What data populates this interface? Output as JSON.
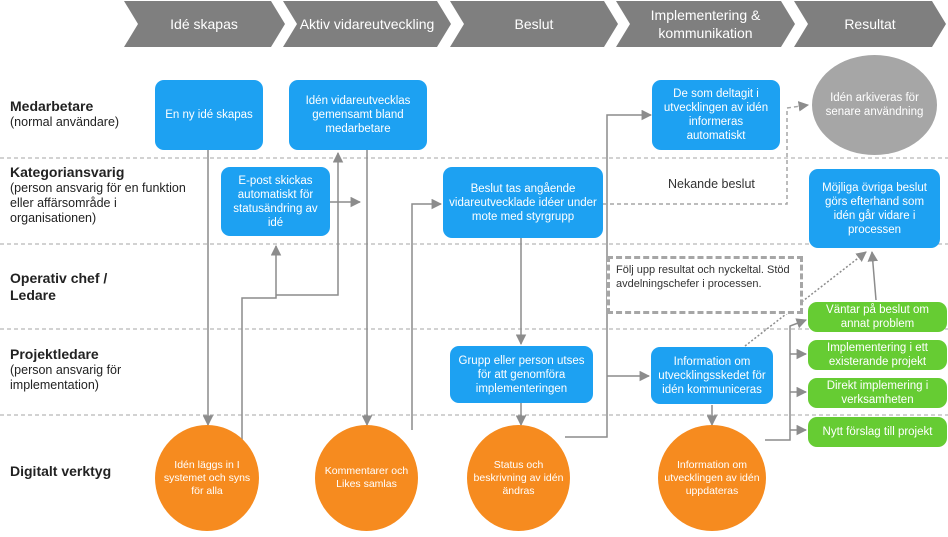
{
  "phases": [
    "Idé skapas",
    "Aktiv vidareutveckling",
    "Beslut",
    "Implementering & kommunikation",
    "Resultat"
  ],
  "lanes": [
    {
      "title": "Medarbetare",
      "subtitle": "(normal användare)"
    },
    {
      "title": "Kategoriansvarig",
      "subtitle": "(person ansvarig för en funktion eller affärsområde i organisationen)"
    },
    {
      "title": "Operativ chef / Ledare",
      "subtitle": ""
    },
    {
      "title": "Projektledare",
      "subtitle": "(person ansvarig för implementation)"
    },
    {
      "title": "Digitalt verktyg",
      "subtitle": ""
    }
  ],
  "nodes": {
    "ny_ide": "En ny idé skapas",
    "vidareutvecklas": "Idén vidareutvecklas gemensamt bland medarbetare",
    "informeras": "De som deltagit i utvecklingen av idén informeras automatiskt",
    "arkiveras": "Idén arkiveras för senare användning",
    "epost": "E-post skickas automatiskt för statusändring av idé",
    "beslut": "Beslut tas angående vidareutvecklade idéer under mote med styrgrupp",
    "ovriga_beslut": "Möjliga övriga beslut görs efterhand som idén går vidare i processen",
    "folj_upp": "Följ upp resultat och nyckeltal. Stöd avdelningschefer i processen.",
    "grupp": "Grupp eller person utses för att genomföra implementeringen",
    "information": "Information om utvecklingsskedet för idén kommuniceras",
    "vantar": "Väntar på beslut om annat problem",
    "implementering_ett": "Implementering i ett existerande projekt",
    "direkt": "Direkt implemering i verksamheten",
    "nytt_forslag": "Nytt förslag till projekt",
    "laggs_in": "Idén läggs in I systemet och syns för alla",
    "kommentarer": "Kommentarer och Likes samlas",
    "status": "Status och beskrivning av idén ändras",
    "info_uppdateras": "Information om utvecklingen av idén uppdateras"
  },
  "edge_labels": {
    "nekande": "Nekande beslut"
  },
  "colors": {
    "phase_bar": "#7f7f7f",
    "process_blue": "#1da1f2",
    "tool_orange": "#f68b1f",
    "outcome_green": "#66cc33",
    "archive_grey": "#a6a6a6",
    "arrow": "#8c8c8c"
  }
}
